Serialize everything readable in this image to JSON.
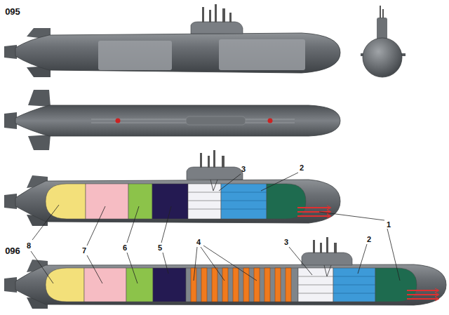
{
  "diagram": {
    "labels": [
      "095",
      "3",
      "2",
      "1",
      "8",
      "7",
      "6",
      "5",
      "096",
      "4",
      "3",
      "2"
    ]
  }
}
